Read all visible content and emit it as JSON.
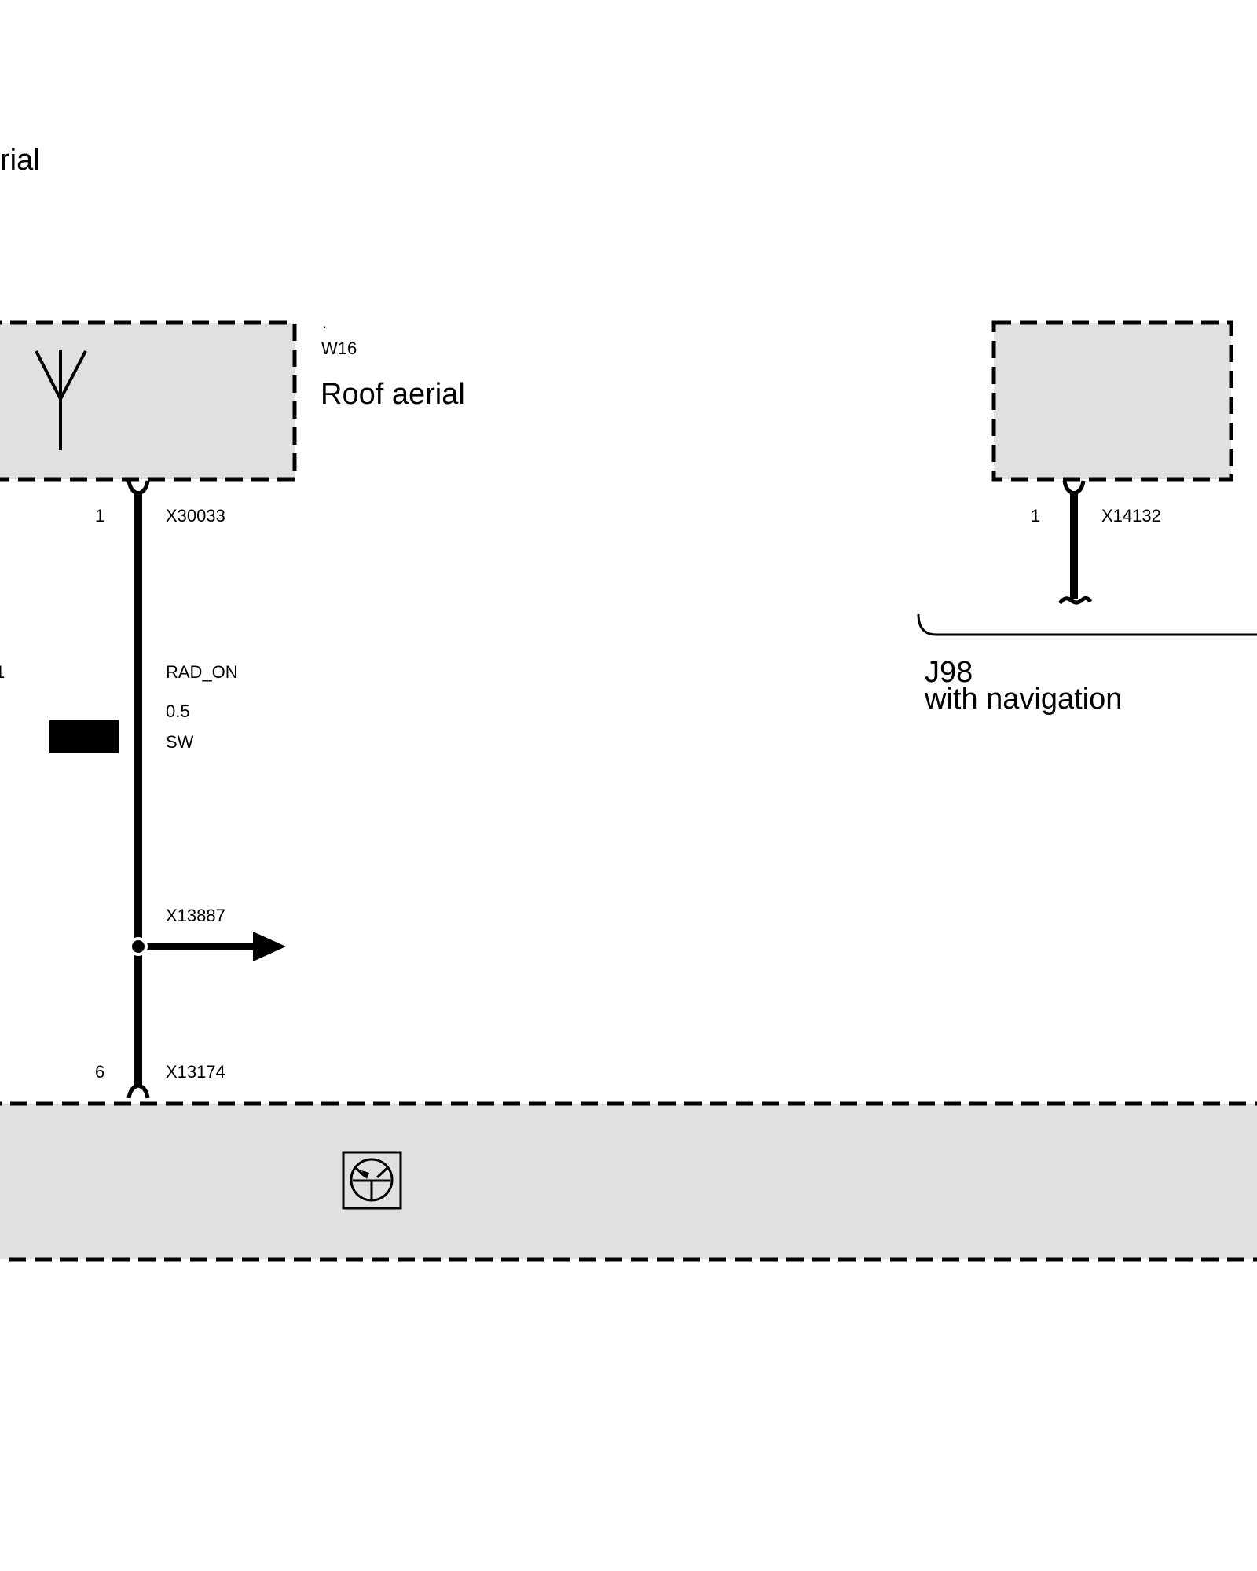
{
  "header": {
    "partial_title": "rial"
  },
  "components": {
    "roof_aerial": {
      "dot": ".",
      "code": "W16",
      "name": "Roof aerial"
    },
    "nav_module": {},
    "lower_module": {}
  },
  "pins": {
    "roof_aerial_pin": "1",
    "roof_aerial_connector": "X30033",
    "nav_pin": "1",
    "nav_connector": "X14132",
    "lower_pin": "6",
    "lower_connector": "X13174"
  },
  "wire": {
    "left_partial_pin": "1",
    "signal": "RAD_ON",
    "cross_section": "0.5",
    "color_code": "SW",
    "color_swatch": "#000000"
  },
  "splice": {
    "connector": "X13887"
  },
  "variant": {
    "code": "J98",
    "description": "with navigation"
  },
  "icons": {
    "antenna": "antenna-icon",
    "transistor": "transistor-icon",
    "arrow": "arrow-right-icon"
  },
  "colors": {
    "module_fill": "#e0e0e0",
    "line": "#000000",
    "background": "#ffffff"
  }
}
